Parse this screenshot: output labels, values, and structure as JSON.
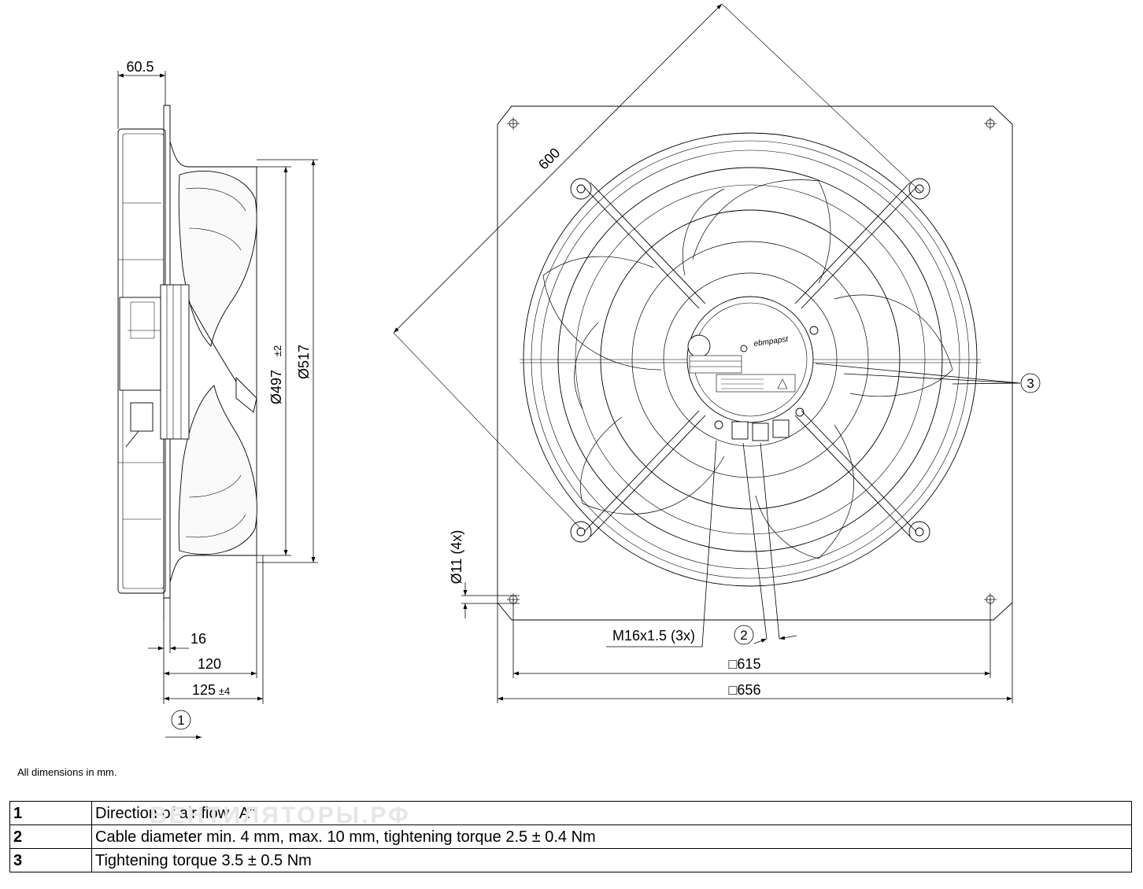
{
  "dimensions": {
    "side_depth_top": "60.5",
    "inner_diameter": "Ø497",
    "inner_diameter_tol": "±2",
    "outer_diameter": "Ø517",
    "motor_offset": "16",
    "depth_120": "120",
    "depth_125": "125",
    "depth_125_tol": "±4",
    "diagonal": "600",
    "hole": "Ø11 (4x)",
    "cable_gland": "M16x1.5 (3x)",
    "square_inner": "□615",
    "square_outer": "□656"
  },
  "callouts": {
    "one": "1",
    "two": "2",
    "three": "3"
  },
  "brand_on_motor": "ebmpapst",
  "note": "All dimensions in mm.",
  "watermark": "ВЕНТИЛЯТОРЫ.РФ",
  "legend": [
    {
      "num": "1",
      "text": "Direction of air flow \"A\""
    },
    {
      "num": "2",
      "text": "Cable diameter min. 4 mm, max. 10 mm, tightening torque 2.5 ± 0.4 Nm"
    },
    {
      "num": "3",
      "text": "Tightening torque 3.5 ± 0.5 Nm"
    }
  ]
}
